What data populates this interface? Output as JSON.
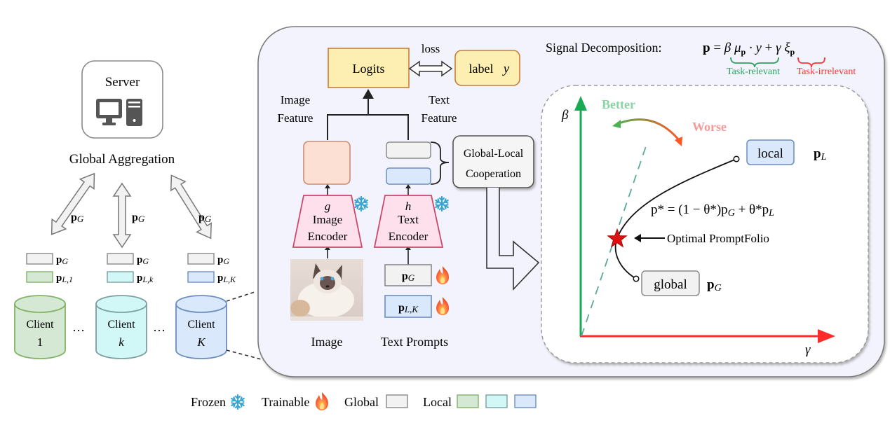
{
  "server": {
    "title": "Server",
    "caption": "Global Aggregation",
    "icon": "computer-icon"
  },
  "arrows": {
    "label_main": "p",
    "label_sub": "G"
  },
  "clients": [
    {
      "global_prompt": {
        "main": "p",
        "sub": "G"
      },
      "local_prompt": {
        "main": "p",
        "sub": "L,1"
      },
      "name": "Client",
      "index": "1",
      "fill": "#d5e8d4",
      "stroke": "#82b366"
    },
    {
      "global_prompt": {
        "main": "p",
        "sub": "G"
      },
      "local_prompt": {
        "main": "p",
        "sub": "L,k"
      },
      "name": "Client",
      "index": "k",
      "fill": "#d1f7f7",
      "stroke": "#7e9f9f"
    },
    {
      "global_prompt": {
        "main": "p",
        "sub": "G"
      },
      "local_prompt": {
        "main": "p",
        "sub": "L,K"
      },
      "name": "Client",
      "index": "K",
      "fill": "#dae8fc",
      "stroke": "#6c8ebf"
    }
  ],
  "ellipsis": "…",
  "pipeline": {
    "logits": "Logits",
    "loss": "loss",
    "label": "label",
    "label_var": "y",
    "image_feature": [
      "Image",
      "Feature"
    ],
    "text_feature": [
      "Text",
      "Feature"
    ],
    "cooperation": [
      "Global-Local",
      "Cooperation"
    ],
    "image_encoder": {
      "var": "g",
      "lines": [
        "Image",
        "Encoder"
      ]
    },
    "text_encoder": {
      "var": "h",
      "lines": [
        "Text",
        "Encoder"
      ]
    },
    "frozen_icon": "snowflake-icon",
    "trainable_icon": "fire-icon",
    "prompt_global": {
      "main": "p",
      "sub": "G"
    },
    "prompt_local": {
      "main": "p",
      "sub": "L,K"
    },
    "image_caption": "Image",
    "prompts_caption": "Text Prompts"
  },
  "signal": {
    "label": "Signal Decomposition:",
    "eq_lhs": "p",
    "eq_rel": "β μ",
    "eq_rel_sub": "p",
    "eq_dot": "· y",
    "eq_plus": "+",
    "eq_irr": "γ ξ",
    "eq_irr_sub": "p",
    "relevant": "Task-relevant",
    "irrelevant": "Task-irrelevant",
    "relevant_color": "#2ca25f",
    "irrelevant_color": "#ff3333"
  },
  "plot": {
    "y_axis": "β",
    "x_axis": "γ",
    "better": "Better",
    "worse": "Worse",
    "local_box": "local",
    "local_var": {
      "main": "p",
      "sub": "L"
    },
    "global_box": "global",
    "global_var": {
      "main": "p",
      "sub": "G"
    },
    "equation": "p* = (1 − θ*)p",
    "equation_sub1": "G",
    "equation_mid": " + θ*p",
    "equation_sub2": "L",
    "optimal": "Optimal PromptFolio",
    "y_axis_color": "#1aaa55",
    "x_axis_color": "#ff2a2a"
  },
  "legend": {
    "frozen": "Frozen",
    "trainable": "Trainable",
    "global": "Global",
    "local": "Local"
  }
}
